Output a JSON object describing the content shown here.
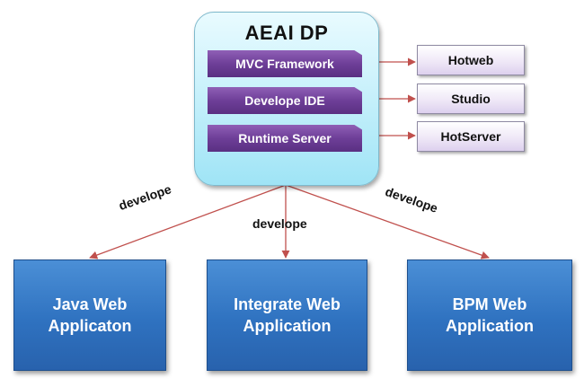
{
  "platform": {
    "title": "AEAI DP",
    "modules": [
      "MVC Framework",
      "Develope IDE",
      "Runtime Server"
    ]
  },
  "products": [
    "Hotweb",
    "Studio",
    "HotServer"
  ],
  "edge_labels": {
    "left": "develope",
    "middle": "develope",
    "right": "develope"
  },
  "applications": [
    {
      "line1": "Java Web",
      "line2": "Applicaton"
    },
    {
      "line1": "Integrate Web",
      "line2": "Application"
    },
    {
      "line1": "BPM Web",
      "line2": "Application"
    }
  ],
  "colors": {
    "arrow": "#c0504d",
    "module": "#6e3f98",
    "application": "#2f72c0",
    "platform": "#c9f1fb"
  }
}
